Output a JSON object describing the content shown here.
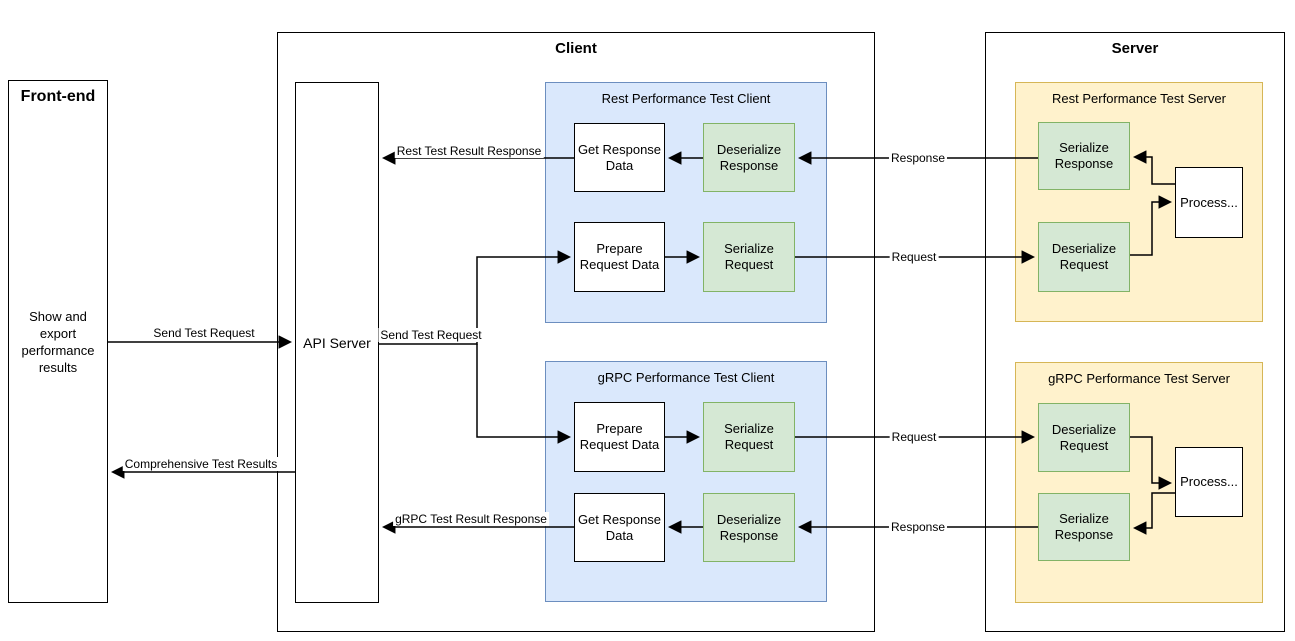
{
  "frontend": {
    "title": "Front-end",
    "body": "Show and export performance results"
  },
  "client": {
    "title": "Client",
    "api_server_label": "API Server",
    "rest": {
      "title": "Rest Performance Test Client",
      "get_response_data": "Get Response Data",
      "deserialize_response": "Deserialize Response",
      "prepare_request_data": "Prepare Request Data",
      "serialize_request": "Serialize Request"
    },
    "grpc": {
      "title": "gRPC Performance Test Client",
      "prepare_request_data": "Prepare Request Data",
      "serialize_request": "Serialize Request",
      "get_response_data": "Get Response Data",
      "deserialize_response": "Deserialize Response"
    }
  },
  "server": {
    "title": "Server",
    "rest": {
      "title": "Rest Performance Test Server",
      "serialize_response": "Serialize Response",
      "deserialize_request": "Deserialize Request",
      "process": "Process..."
    },
    "grpc": {
      "title": "gRPC Performance Test Server",
      "deserialize_request": "Deserialize Request",
      "serialize_response": "Serialize Response",
      "process": "Process..."
    }
  },
  "edges": {
    "send_test_request_frontend": "Send Test Request",
    "send_test_request_api": "Send Test Request",
    "rest_test_result_response": "Rest Test Result Response",
    "grpc_test_result_response": "gRPC Test Result Response",
    "comprehensive_test_results": "Comprehensive Test Results",
    "rest_request": "Request",
    "rest_response": "Response",
    "grpc_request": "Request",
    "grpc_response": "Response"
  },
  "colors": {
    "background": "#ffffff",
    "line": "#000000",
    "client_box_fill": "#dae8fc",
    "client_box_stroke": "#6c8ebf",
    "step_box_fill": "#d5e8d4",
    "step_box_stroke": "#82b366",
    "server_box_fill": "#fff2cc",
    "server_box_stroke": "#d6b656"
  }
}
